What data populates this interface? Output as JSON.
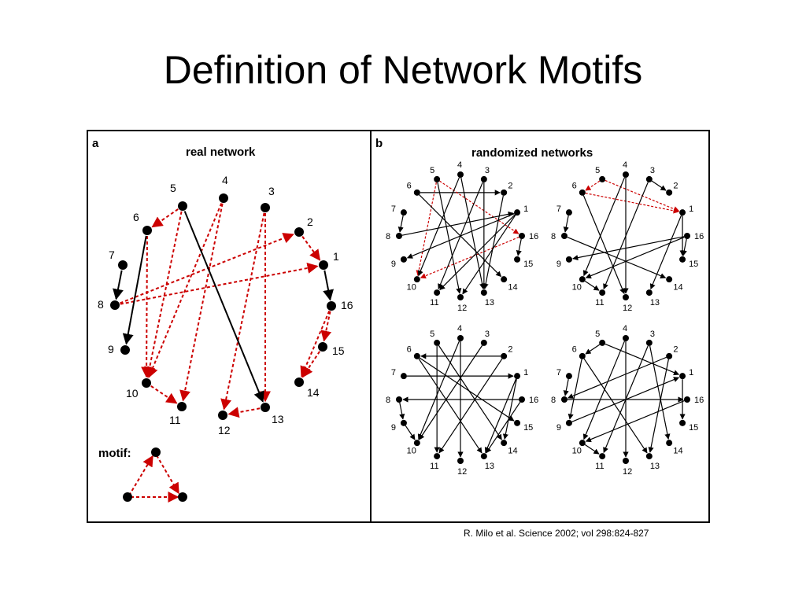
{
  "slide": {
    "title": "Definition of Network Motifs",
    "citation": "R. Milo et al. Science 2002; vol 298:824-827"
  },
  "panel_a": {
    "letter": "a",
    "heading": "real network",
    "motif_label": "motif:",
    "nodes": [
      {
        "id": "1",
        "label": "1"
      },
      {
        "id": "2",
        "label": "2"
      },
      {
        "id": "3",
        "label": "3"
      },
      {
        "id": "4",
        "label": "4"
      },
      {
        "id": "5",
        "label": "5"
      },
      {
        "id": "6",
        "label": "6"
      },
      {
        "id": "7",
        "label": "7"
      },
      {
        "id": "8",
        "label": "8"
      },
      {
        "id": "9",
        "label": "9"
      },
      {
        "id": "10",
        "label": "10"
      },
      {
        "id": "11",
        "label": "11"
      },
      {
        "id": "12",
        "label": "12"
      },
      {
        "id": "13",
        "label": "13"
      },
      {
        "id": "14",
        "label": "14"
      },
      {
        "id": "15",
        "label": "15"
      },
      {
        "id": "16",
        "label": "16"
      }
    ],
    "edges": [
      {
        "from": "5",
        "to": "6",
        "motif": true
      },
      {
        "from": "5",
        "to": "10",
        "motif": true
      },
      {
        "from": "6",
        "to": "10",
        "motif": true
      },
      {
        "from": "4",
        "to": "10",
        "motif": true
      },
      {
        "from": "4",
        "to": "11",
        "motif": true
      },
      {
        "from": "10",
        "to": "11",
        "motif": true
      },
      {
        "from": "3",
        "to": "12",
        "motif": true
      },
      {
        "from": "3",
        "to": "13",
        "motif": true
      },
      {
        "from": "13",
        "to": "12",
        "motif": true
      },
      {
        "from": "8",
        "to": "2",
        "motif": true
      },
      {
        "from": "8",
        "to": "1",
        "motif": true
      },
      {
        "from": "2",
        "to": "1",
        "motif": true
      },
      {
        "from": "16",
        "to": "15",
        "motif": true
      },
      {
        "from": "16",
        "to": "14",
        "motif": true
      },
      {
        "from": "15",
        "to": "14",
        "motif": true
      },
      {
        "from": "1",
        "to": "16",
        "motif": false
      },
      {
        "from": "7",
        "to": "8",
        "motif": false
      },
      {
        "from": "6",
        "to": "9",
        "motif": false
      },
      {
        "from": "5",
        "to": "13",
        "motif": false
      }
    ]
  },
  "panel_b": {
    "letter": "b",
    "heading": "randomized networks",
    "networks": [
      {
        "name": "top-left",
        "edges": [
          {
            "from": "6",
            "to": "2",
            "motif": false
          },
          {
            "from": "5",
            "to": "16",
            "motif": true
          },
          {
            "from": "5",
            "to": "10",
            "motif": true
          },
          {
            "from": "16",
            "to": "10",
            "motif": true
          },
          {
            "from": "7",
            "to": "8",
            "motif": false
          },
          {
            "from": "4",
            "to": "13",
            "motif": false
          },
          {
            "from": "3",
            "to": "11",
            "motif": false
          },
          {
            "from": "1",
            "to": "12",
            "motif": false
          },
          {
            "from": "1",
            "to": "9",
            "motif": false
          },
          {
            "from": "6",
            "to": "14",
            "motif": false
          },
          {
            "from": "16",
            "to": "15",
            "motif": false
          },
          {
            "from": "8",
            "to": "1",
            "motif": false
          },
          {
            "from": "2",
            "to": "13",
            "motif": false
          },
          {
            "from": "4",
            "to": "10",
            "motif": false
          },
          {
            "from": "5",
            "to": "12",
            "motif": false
          },
          {
            "from": "1",
            "to": "11",
            "motif": false
          },
          {
            "from": "3",
            "to": "13",
            "motif": false
          }
        ]
      },
      {
        "name": "top-right",
        "edges": [
          {
            "from": "5",
            "to": "6",
            "motif": true
          },
          {
            "from": "5",
            "to": "1",
            "motif": true
          },
          {
            "from": "6",
            "to": "1",
            "motif": true
          },
          {
            "from": "3",
            "to": "2",
            "motif": false
          },
          {
            "from": "7",
            "to": "8",
            "motif": false
          },
          {
            "from": "4",
            "to": "12",
            "motif": false
          },
          {
            "from": "4",
            "to": "10",
            "motif": false
          },
          {
            "from": "16",
            "to": "9",
            "motif": false
          },
          {
            "from": "16",
            "to": "15",
            "motif": false
          },
          {
            "from": "8",
            "to": "14",
            "motif": false
          },
          {
            "from": "1",
            "to": "13",
            "motif": false
          },
          {
            "from": "3",
            "to": "11",
            "motif": false
          },
          {
            "from": "6",
            "to": "12",
            "motif": false
          },
          {
            "from": "16",
            "to": "10",
            "motif": false
          },
          {
            "from": "1",
            "to": "15",
            "motif": false
          },
          {
            "from": "10",
            "to": "11",
            "motif": false
          }
        ]
      },
      {
        "name": "bottom-left",
        "edges": [
          {
            "from": "2",
            "to": "6",
            "motif": false
          },
          {
            "from": "7",
            "to": "1",
            "motif": false
          },
          {
            "from": "16",
            "to": "8",
            "motif": false
          },
          {
            "from": "5",
            "to": "14",
            "motif": false
          },
          {
            "from": "5",
            "to": "11",
            "motif": false
          },
          {
            "from": "4",
            "to": "12",
            "motif": false
          },
          {
            "from": "4",
            "to": "10",
            "motif": false
          },
          {
            "from": "3",
            "to": "10",
            "motif": false
          },
          {
            "from": "1",
            "to": "13",
            "motif": false
          },
          {
            "from": "6",
            "to": "15",
            "motif": false
          },
          {
            "from": "8",
            "to": "9",
            "motif": false
          },
          {
            "from": "2",
            "to": "11",
            "motif": false
          },
          {
            "from": "1",
            "to": "14",
            "motif": false
          },
          {
            "from": "16",
            "to": "13",
            "motif": false
          },
          {
            "from": "6",
            "to": "13",
            "motif": false
          },
          {
            "from": "9",
            "to": "10",
            "motif": false
          }
        ]
      },
      {
        "name": "bottom-right",
        "edges": [
          {
            "from": "5",
            "to": "6",
            "motif": false
          },
          {
            "from": "7",
            "to": "8",
            "motif": false
          },
          {
            "from": "2",
            "to": "8",
            "motif": false
          },
          {
            "from": "5",
            "to": "1",
            "motif": false
          },
          {
            "from": "4",
            "to": "12",
            "motif": false
          },
          {
            "from": "4",
            "to": "10",
            "motif": false
          },
          {
            "from": "3",
            "to": "14",
            "motif": false
          },
          {
            "from": "3",
            "to": "11",
            "motif": false
          },
          {
            "from": "16",
            "to": "10",
            "motif": false
          },
          {
            "from": "6",
            "to": "13",
            "motif": false
          },
          {
            "from": "8",
            "to": "16",
            "motif": false
          },
          {
            "from": "1",
            "to": "15",
            "motif": false
          },
          {
            "from": "9",
            "to": "1",
            "motif": false
          },
          {
            "from": "2",
            "to": "13",
            "motif": false
          },
          {
            "from": "10",
            "to": "11",
            "motif": false
          },
          {
            "from": "6",
            "to": "9",
            "motif": false
          }
        ]
      }
    ]
  },
  "colors": {
    "motif_edge": "#cc0000",
    "plain_edge": "#000000",
    "node": "#000000",
    "frame": "#000000"
  }
}
